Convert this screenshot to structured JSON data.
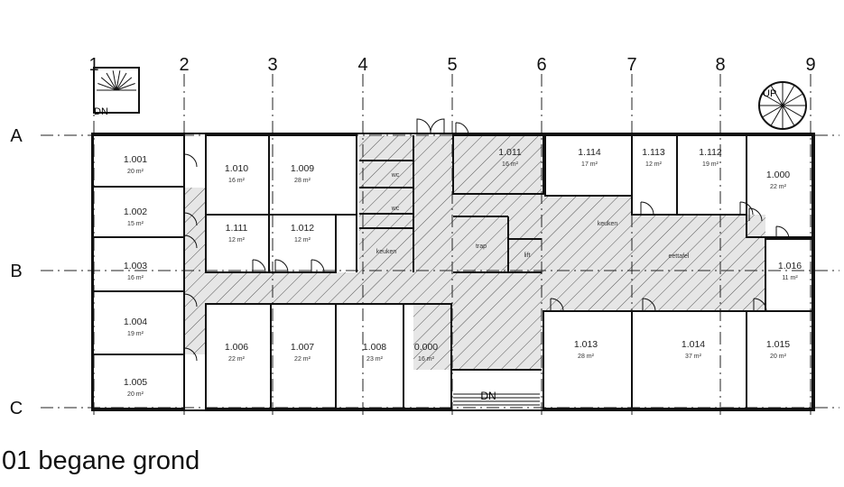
{
  "title": "01 begane grond",
  "grid_columns": [
    "1",
    "2",
    "3",
    "4",
    "5",
    "6",
    "7",
    "8",
    "9"
  ],
  "grid_rows": [
    "A",
    "B",
    "C"
  ],
  "rooms": [
    {
      "id": "1.001",
      "area": "20 m²"
    },
    {
      "id": "1.002",
      "area": "15 m²"
    },
    {
      "id": "1.003",
      "area": "16 m²"
    },
    {
      "id": "1.004",
      "area": "19 m²"
    },
    {
      "id": "1.005",
      "area": "20 m²"
    },
    {
      "id": "1.010",
      "area": "16 m²"
    },
    {
      "id": "1.009",
      "area": "28 m²"
    },
    {
      "id": "1.111",
      "area": "12 m²"
    },
    {
      "id": "1.012",
      "area": "12 m²"
    },
    {
      "id": "1.006",
      "area": "22 m²"
    },
    {
      "id": "1.007",
      "area": "22 m²"
    },
    {
      "id": "1.008",
      "area": "23 m²"
    },
    {
      "id": "0.000",
      "area": "16 m²"
    },
    {
      "id": "1.011",
      "area": "16 m²"
    },
    {
      "id": "1.114",
      "area": "17 m²"
    },
    {
      "id": "1.113",
      "area": "12 m²"
    },
    {
      "id": "1.112",
      "area": "19 m²"
    },
    {
      "id": "1.000",
      "area": "22 m²"
    },
    {
      "id": "1.016",
      "area": "11 m²"
    },
    {
      "id": "1.013",
      "area": "28 m²"
    },
    {
      "id": "1.014",
      "area": "37 m²"
    },
    {
      "id": "1.015",
      "area": "20 m²"
    }
  ],
  "functions": [
    "wc",
    "wc",
    "keuken",
    "trap",
    "lift",
    "keuken",
    "eettafel"
  ],
  "stairs": {
    "top_left": "DN",
    "top_right": "UP",
    "bottom": "DN"
  }
}
